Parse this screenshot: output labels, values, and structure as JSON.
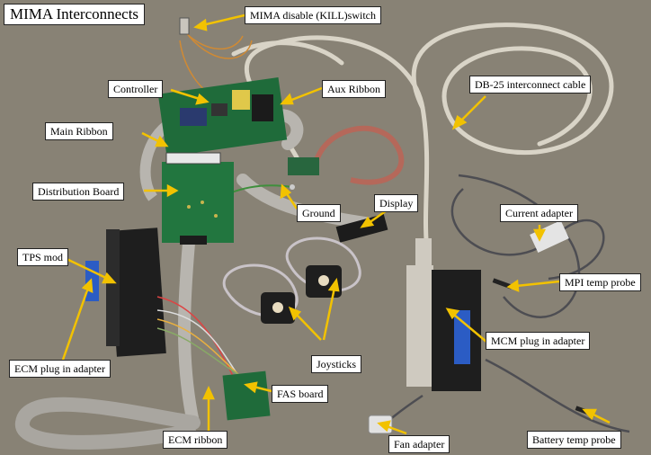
{
  "title": "MIMA Interconnects",
  "labels": {
    "kill_switch": "MIMA disable (KILL)switch",
    "controller": "Controller",
    "aux_ribbon": "Aux Ribbon",
    "db25_cable": "DB-25 interconnect cable",
    "main_ribbon": "Main Ribbon",
    "distribution_board": "Distribution Board",
    "ground": "Ground",
    "display": "Display",
    "current_adapter": "Current adapter",
    "tps_mod": "TPS mod",
    "mpi_temp_probe": "MPI temp probe",
    "mcm_plug_adapter": "MCM plug in adapter",
    "ecm_plug_adapter": "ECM plug in adapter",
    "joysticks": "Joysticks",
    "fas_board": "FAS board",
    "ecm_ribbon": "ECM ribbon",
    "fan_adapter": "Fan adapter",
    "battery_temp_probe": "Battery temp probe"
  },
  "colors": {
    "background": "#8c8578",
    "arrow": "#f2c200",
    "pcb_green": "#1f6b3a",
    "ribbon_gray": "#b9b6b0",
    "cable_beige": "#d8d3c6",
    "connector_black": "#1c1c1c"
  }
}
